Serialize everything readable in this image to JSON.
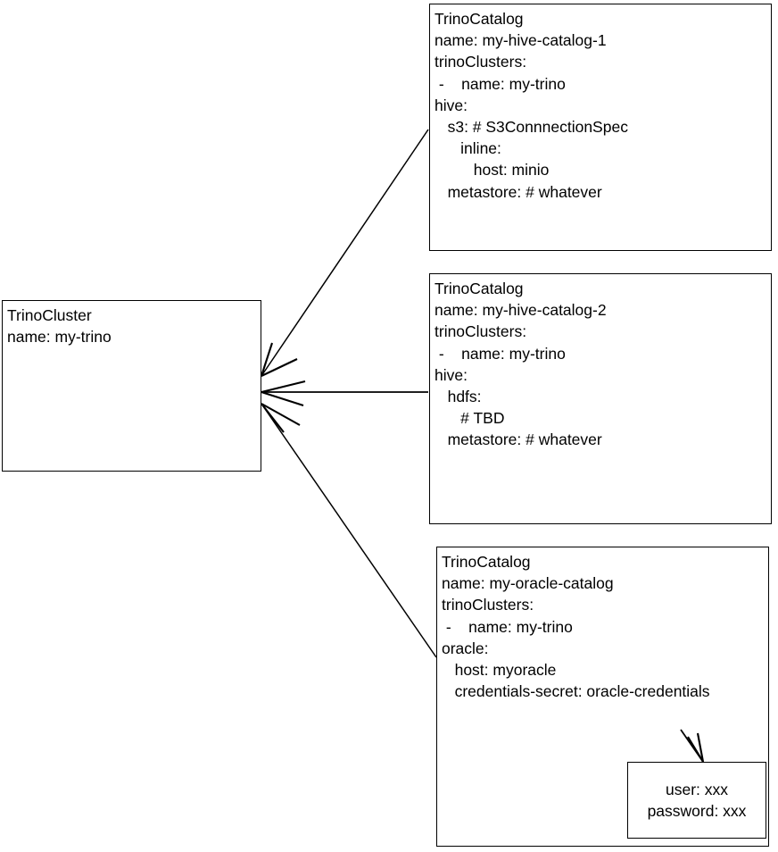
{
  "diagram": {
    "title": "TrinoCluster and TrinoCatalog relationships",
    "stroke_color": "#000000",
    "background_color": "#ffffff"
  },
  "nodes": {
    "trino_cluster": {
      "kind": "TrinoCluster",
      "lines": [
        "TrinoCluster",
        "name: my-trino"
      ]
    },
    "catalog_hive_1": {
      "kind": "TrinoCatalog",
      "lines": [
        "TrinoCatalog",
        "name: my-hive-catalog-1",
        "trinoClusters:",
        " -    name: my-trino",
        "hive:",
        "   s3: # S3ConnnectionSpec",
        "      inline:",
        "         host: minio",
        "   metastore: # whatever"
      ]
    },
    "catalog_hive_2": {
      "kind": "TrinoCatalog",
      "lines": [
        "TrinoCatalog",
        "name: my-hive-catalog-2",
        "trinoClusters:",
        " -    name: my-trino",
        "hive:",
        "   hdfs:",
        "      # TBD",
        "   metastore: # whatever"
      ]
    },
    "catalog_oracle": {
      "kind": "TrinoCatalog",
      "lines": [
        "TrinoCatalog",
        "name: my-oracle-catalog",
        "trinoClusters:",
        " -    name: my-trino",
        "oracle:",
        "   host: myoracle",
        "   credentials-secret: oracle-credentials"
      ]
    },
    "credentials_secret": {
      "kind": "Secret",
      "lines": [
        "user: xxx",
        "password: xxx"
      ]
    }
  },
  "edges": [
    {
      "name": "catalog-1-to-cluster",
      "from": "catalog_hive_1",
      "to": "trino_cluster",
      "style": "solid",
      "arrow": "target"
    },
    {
      "name": "catalog-2-to-cluster",
      "from": "catalog_hive_2",
      "to": "trino_cluster",
      "style": "solid",
      "arrow": "target"
    },
    {
      "name": "catalog-oracle-to-cluster",
      "from": "catalog_oracle",
      "to": "trino_cluster",
      "style": "solid",
      "arrow": "target"
    },
    {
      "name": "credentials-secret-reference",
      "from": "catalog_oracle.credentials-secret",
      "to": "credentials_secret",
      "style": "solid",
      "arrow": "target"
    }
  ]
}
